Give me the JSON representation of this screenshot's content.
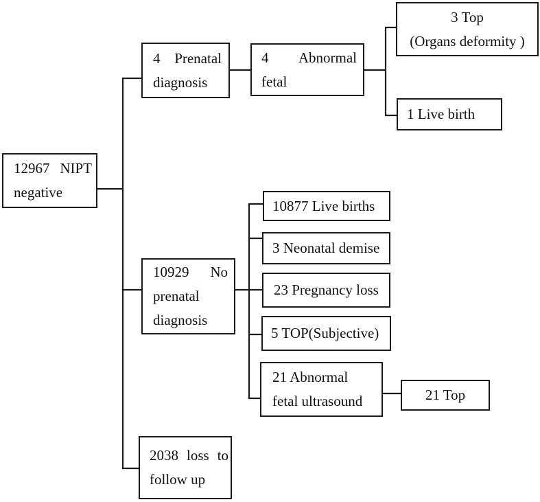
{
  "colors": {
    "background": "#ffffff",
    "line": "#1b1b1b",
    "text": "#111111"
  },
  "nodes": {
    "nipt_negative": {
      "lines": [
        "12967 NIPT",
        "negative"
      ]
    },
    "prenatal_diagnosis": {
      "lines": [
        "4 Prenatal",
        "diagnosis"
      ]
    },
    "abnormal_fetal": {
      "lines": [
        "4 Abnormal",
        "fetal"
      ]
    },
    "top_organs_deformity": {
      "lines": [
        "3 Top",
        "(Organs deformity )"
      ]
    },
    "live_birth": {
      "lines": [
        "1 Live birth"
      ]
    },
    "no_prenatal_diagnosis": {
      "lines": [
        "10929 No",
        "prenatal",
        "diagnosis"
      ]
    },
    "live_births": {
      "lines": [
        "10877 Live births"
      ]
    },
    "neonatal_demise": {
      "lines": [
        "3 Neonatal demise"
      ]
    },
    "pregnancy_loss": {
      "lines": [
        "23 Pregnancy loss"
      ]
    },
    "top_subjective": {
      "lines": [
        "5 TOP(Subjective)"
      ]
    },
    "abnormal_fetal_ultrasound": {
      "lines": [
        "21 Abnormal",
        "fetal ultrasound"
      ]
    },
    "top_21": {
      "lines": [
        "21 Top"
      ]
    },
    "loss_to_follow_up": {
      "lines": [
        "2038 loss to",
        "follow up"
      ]
    }
  }
}
